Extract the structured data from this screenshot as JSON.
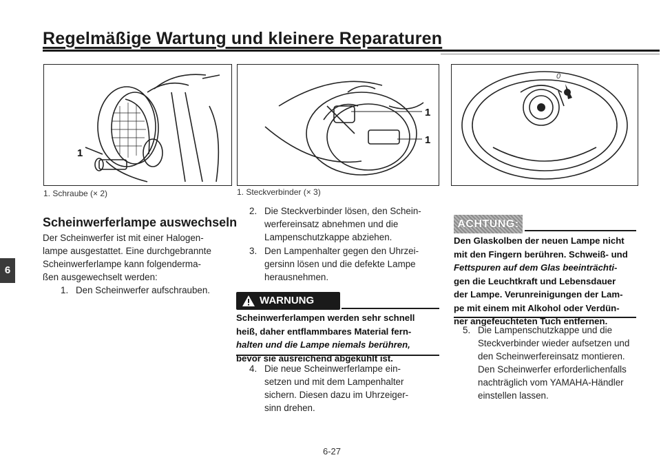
{
  "header": {
    "title": "Regelmäßige Wartung und kleinere Reparaturen"
  },
  "chapter_tab": "6",
  "figures": [
    {
      "caption": "1. Schraube (× 2)",
      "callouts": [
        "1"
      ]
    },
    {
      "caption": "1. Steckverbinder (× 3)",
      "callouts": [
        "1",
        "1"
      ]
    },
    {
      "callouts": [
        "0"
      ]
    }
  ],
  "section": {
    "heading": "Scheinwerferlampe auswechseln",
    "intro": [
      "Der Scheinwerfer ist mit einer Halogen-",
      "lampe ausgestattet. Eine durchgebrannte",
      "Scheinwerferlampe kann folgenderma-",
      "ßen ausgewechselt werden:"
    ]
  },
  "steps": [
    {
      "num": "1.",
      "lines": [
        "Den Scheinwerfer aufschrauben."
      ]
    },
    {
      "num": "2.",
      "lines": [
        "Die Steckverbinder lösen, den Schein-",
        "werfereinsatz abnehmen und die",
        "Lampenschutzkappe abziehen."
      ]
    },
    {
      "num": "3.",
      "lines": [
        "Den Lampenhalter gegen den Uhrzei-",
        "gersinn lösen und die defekte Lampe",
        "herausnehmen."
      ]
    },
    {
      "num": "4.",
      "lines": [
        "Die neue Scheinwerferlampe ein-",
        "setzen und mit dem Lampenhalter",
        "sichern. Diesen dazu im Uhrzeiger-",
        "sinn drehen."
      ]
    },
    {
      "num": "5.",
      "lines": [
        "Die Lampenschutzkappe und die",
        "Steckverbinder wieder aufsetzen und",
        "den Scheinwerfereinsatz montieren.",
        "Den Scheinwerfer erforderlichenfalls",
        "nachträglich vom YAMAHA-Händler",
        "einstellen lassen."
      ]
    }
  ],
  "warning": {
    "label": "WARNUNG",
    "lines": [
      "Scheinwerferlampen werden sehr schnell",
      "heiß, daher entflammbares Material fern-",
      "halten und die Lampe niemals berühren,",
      "bevor sie ausreichend abgekühlt ist."
    ]
  },
  "caution": {
    "label": "ACHTUNG:",
    "lines": [
      "Den Glaskolben der neuen Lampe nicht",
      "mit den Fingern berühren. Schweiß- und",
      "Fettspuren auf dem Glas beeinträchti-",
      "gen die Leuchtkraft und Lebensdauer",
      "der Lampe. Verunreinigungen der Lam-",
      "pe mit einem mit Alkohol oder Verdün-",
      "ner angefeuchteten Tuch entfernen."
    ]
  },
  "footer": {
    "page_number": "6-27"
  }
}
